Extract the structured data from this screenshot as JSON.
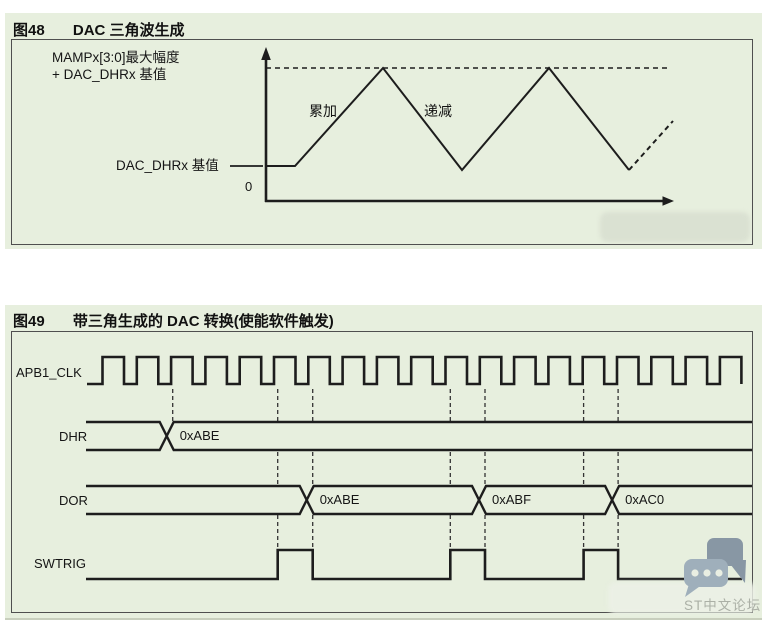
{
  "figure48": {
    "label": "图48",
    "title": "DAC 三角波生成",
    "max_amplitude_label_line1": "MAMPx[3:0]最大幅度",
    "max_amplitude_label_line2": "+ DAC_DHRx 基值",
    "base_value_label": "DAC_DHRx 基值",
    "origin_label": "0",
    "increment_label": "累加",
    "decrement_label": "递减"
  },
  "figure49": {
    "label": "图49",
    "title": "带三角生成的 DAC 转换(使能软件触发)",
    "signals": {
      "clock": {
        "label": "APB1_CLK",
        "periods": 19
      },
      "dhr": {
        "label": "DHR",
        "transitions": [
          {
            "edge": 2,
            "new_value": "0xABE"
          }
        ]
      },
      "dor": {
        "label": "DOR",
        "transitions": [
          {
            "edge": 6,
            "new_value": "0xABE"
          },
          {
            "edge": 11,
            "new_value": "0xABF"
          },
          {
            "edge": 15,
            "new_value": "0xAC0"
          }
        ]
      },
      "swtrig": {
        "label": "SWTRIG",
        "pulses": [
          {
            "rise_edge": 5,
            "fall_edge": 6
          },
          {
            "rise_edge": 10,
            "fall_edge": 11
          },
          {
            "rise_edge": 14,
            "fall_edge": 15
          }
        ]
      }
    },
    "dashed_guides": {
      "short_edges": [
        2
      ],
      "long_edges": [
        5,
        6,
        10,
        11,
        14,
        15
      ]
    }
  },
  "watermark": {
    "forum_text": "ST中文论坛"
  },
  "colors": {
    "panel_bg": "#e7efde",
    "line": "#1d1d1d",
    "border": "#4f4f4f",
    "bubble_dark": "#8897a4",
    "bubble_light": "#9fafbb",
    "watermark_text": "#abb0a6"
  }
}
